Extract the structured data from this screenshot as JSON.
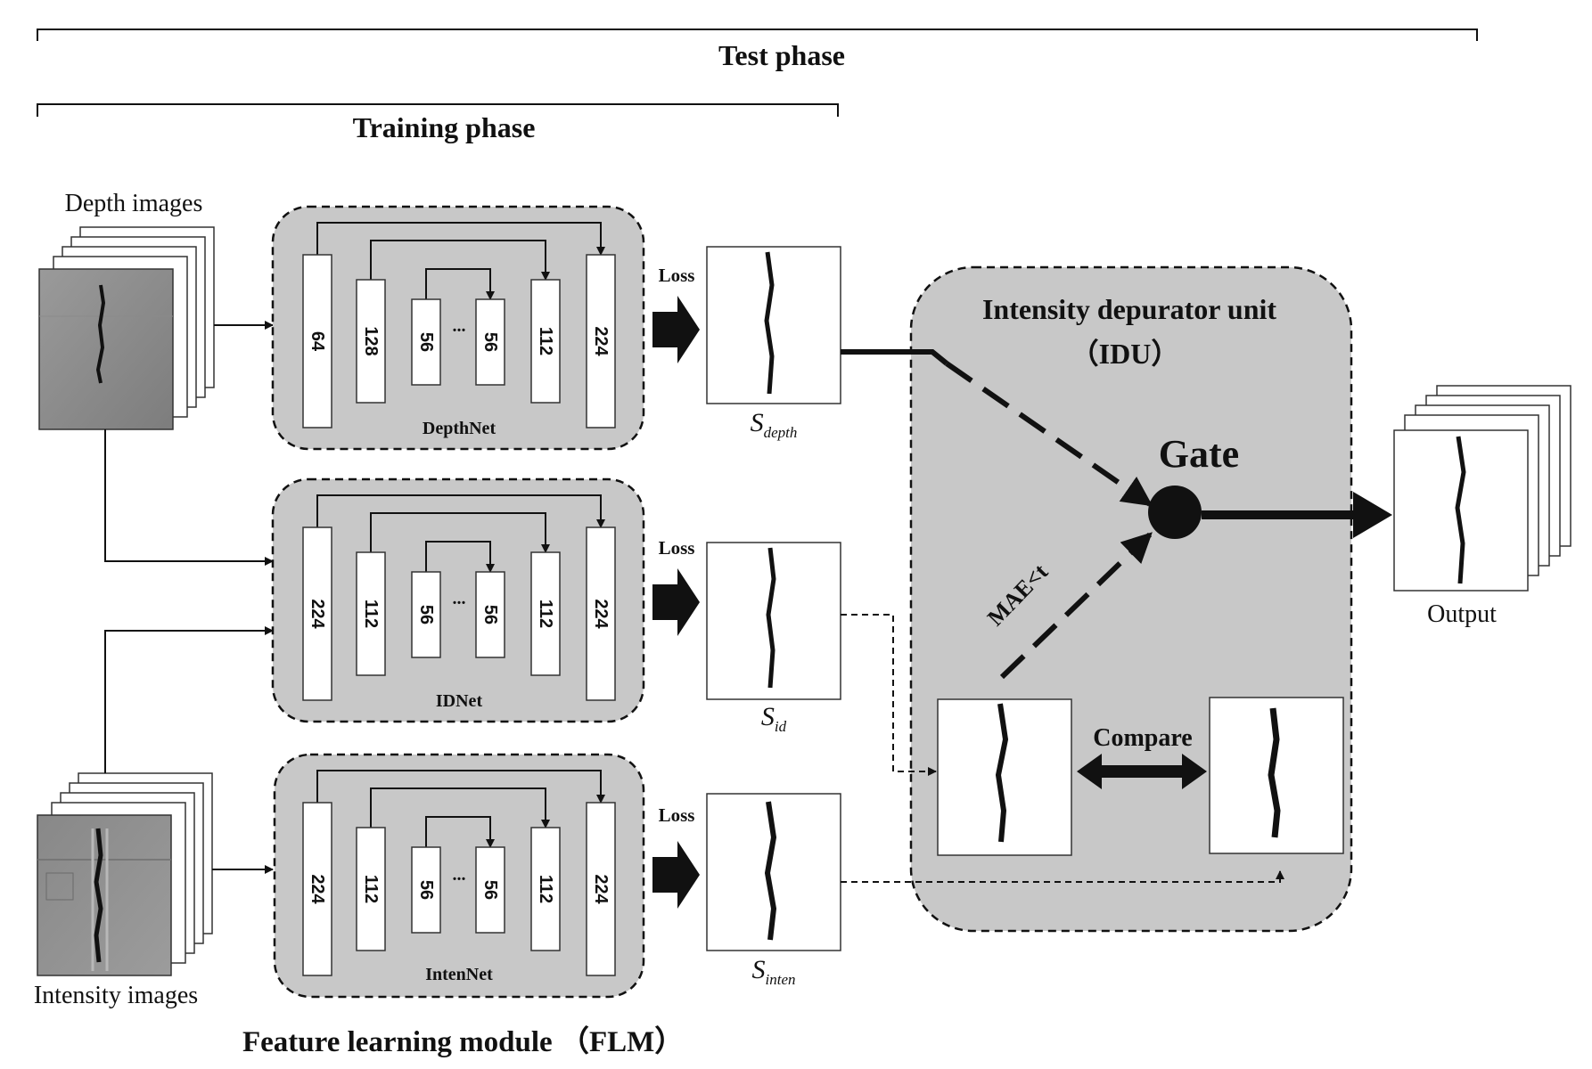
{
  "phases": {
    "test": "Test phase",
    "training": "Training  phase"
  },
  "inputs": {
    "depth": "Depth  images",
    "intensity": "Intensity  images"
  },
  "flm": {
    "title": "Feature learning module  （FLM）",
    "ellipsis": "...",
    "loss_label": "Loss",
    "networks": [
      {
        "name": "DepthNet",
        "layers": [
          "64",
          "128",
          "56",
          "56",
          "112",
          "224"
        ]
      },
      {
        "name": "IDNet",
        "layers": [
          "224",
          "112",
          "56",
          "56",
          "112",
          "224"
        ]
      },
      {
        "name": "IntenNet",
        "layers": [
          "224",
          "112",
          "56",
          "56",
          "112",
          "224"
        ]
      }
    ]
  },
  "outputs": {
    "s_depth": {
      "main": "S",
      "sub": "depth"
    },
    "s_id": {
      "main": "S",
      "sub": "id"
    },
    "s_inten": {
      "main": "S",
      "sub": "inten"
    }
  },
  "idu": {
    "title_line1": "Intensity depurator unit",
    "title_line2": "（IDU）",
    "gate": "Gate",
    "compare": "Compare",
    "condition": "MAE<t"
  },
  "final_output": "Output"
}
